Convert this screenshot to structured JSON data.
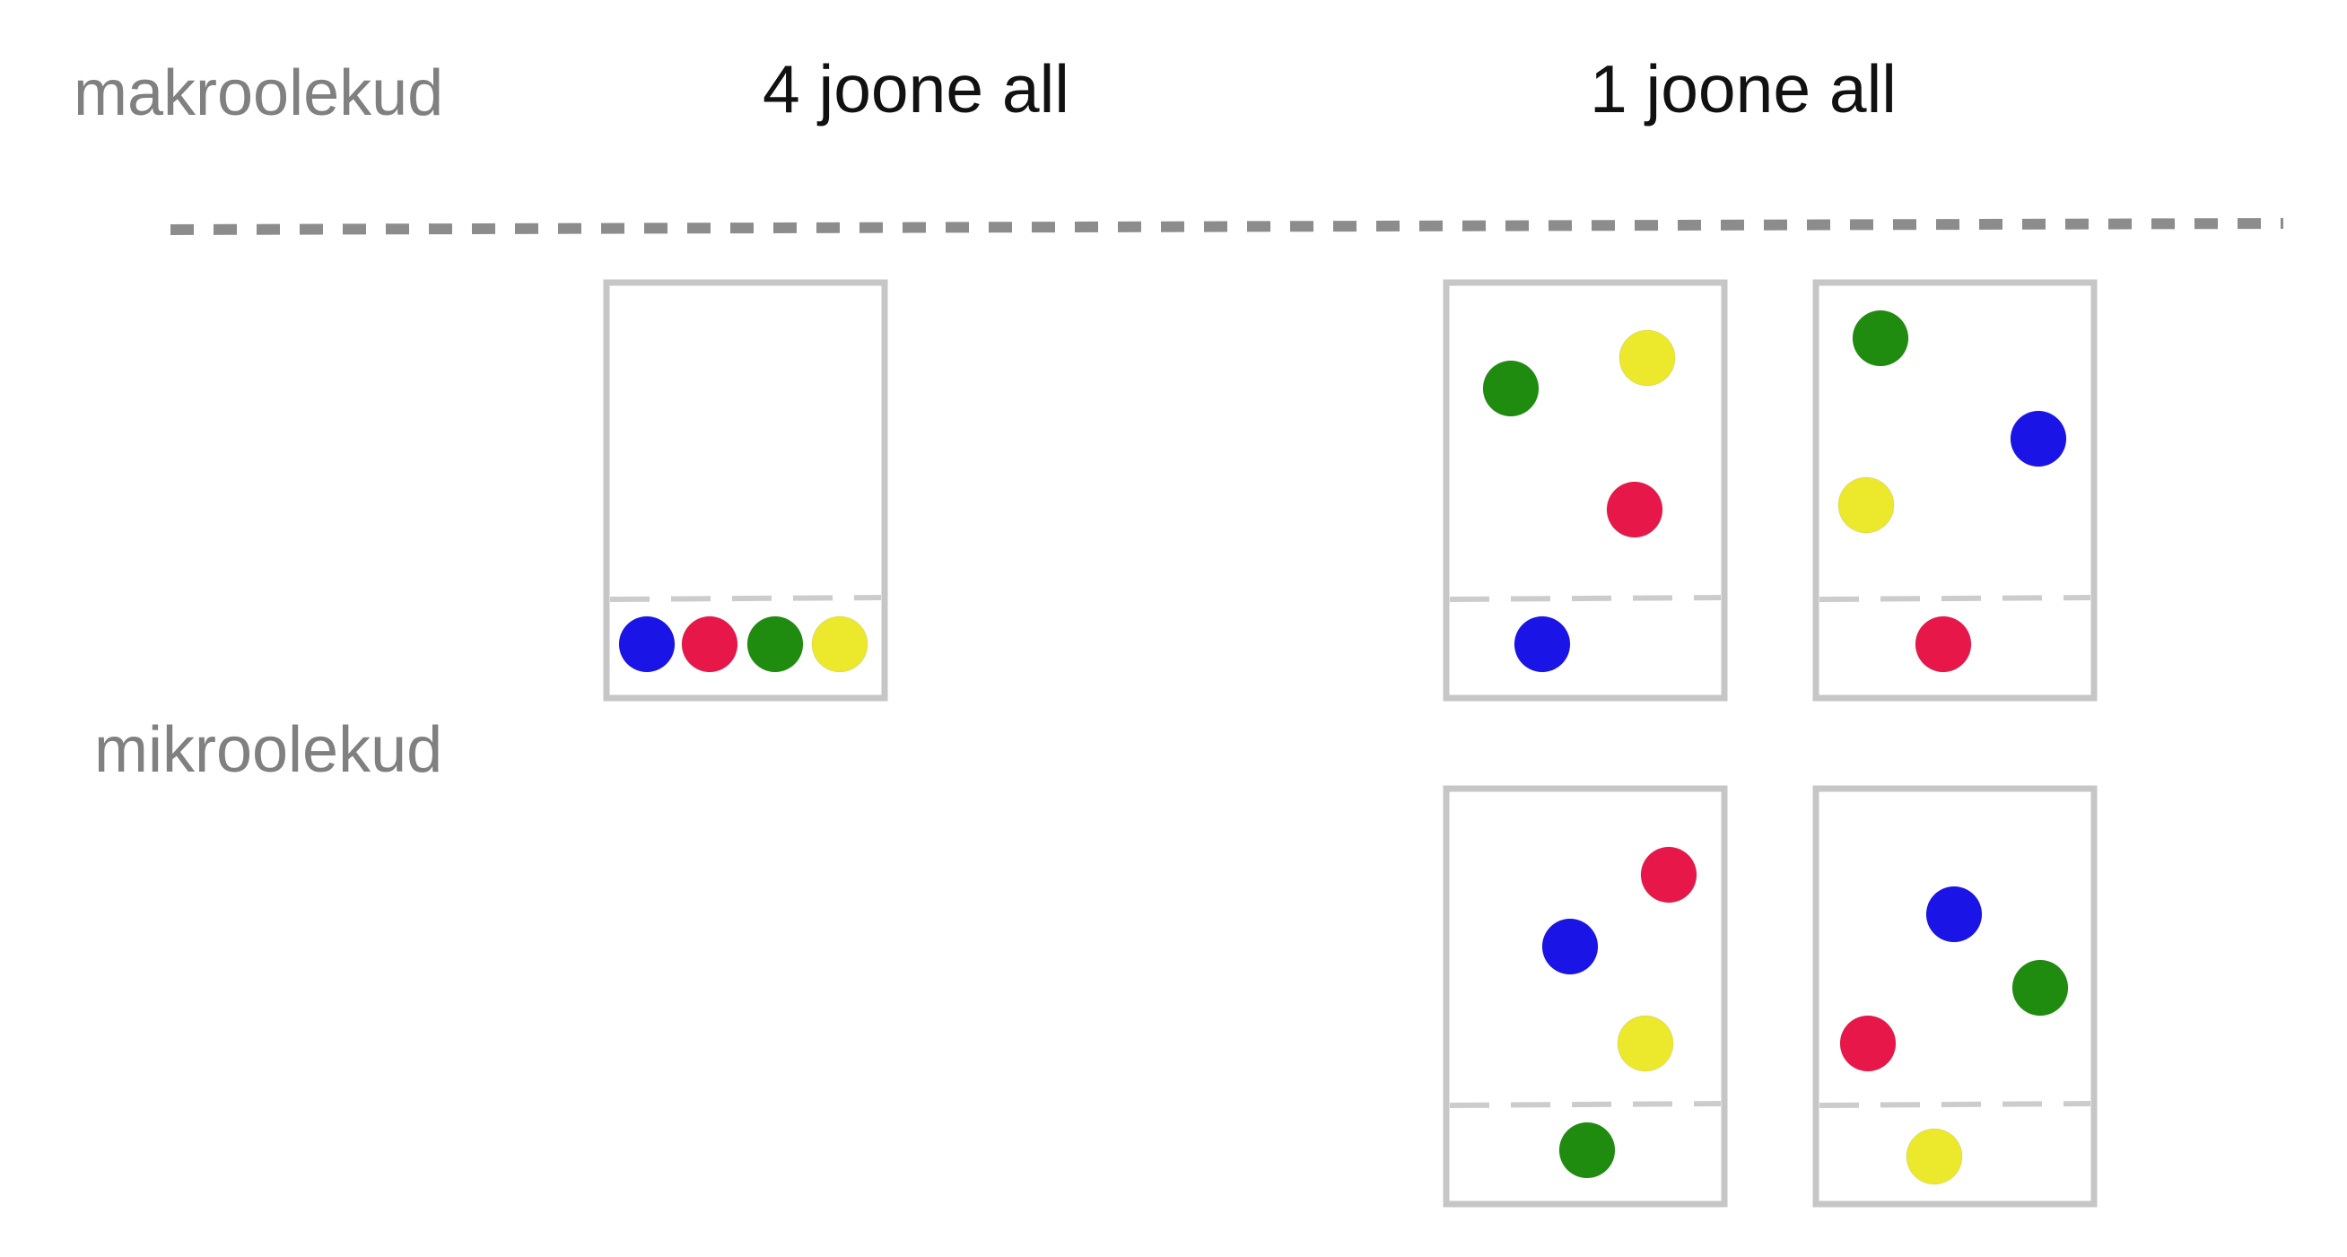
{
  "labels": {
    "macrostates": "makroolekud",
    "microstates": "mikroolekud",
    "four_below": "4 joone all",
    "one_below": "1 joone all"
  },
  "colors": {
    "blue": "#1a14e6",
    "red": "#e8174a",
    "green": "#1f8c0f",
    "yellow": "#ece82c",
    "box_stroke": "#c6c6c6",
    "dashed_line": "#8c8c8c",
    "box_dash": "#cccccc"
  },
  "boxes": [
    {
      "id": "state-4-below",
      "above": [],
      "below": [
        "blue",
        "red",
        "green",
        "yellow"
      ]
    },
    {
      "id": "state-1-below-blue",
      "above": [
        "green",
        "yellow",
        "red"
      ],
      "below": [
        "blue"
      ]
    },
    {
      "id": "state-1-below-red",
      "above": [
        "green",
        "blue",
        "yellow"
      ],
      "below": [
        "red"
      ]
    },
    {
      "id": "state-1-below-green",
      "above": [
        "red",
        "blue",
        "yellow"
      ],
      "below": [
        "green"
      ]
    },
    {
      "id": "state-1-below-yellow",
      "above": [
        "blue",
        "green",
        "red"
      ],
      "below": [
        "yellow"
      ]
    }
  ]
}
